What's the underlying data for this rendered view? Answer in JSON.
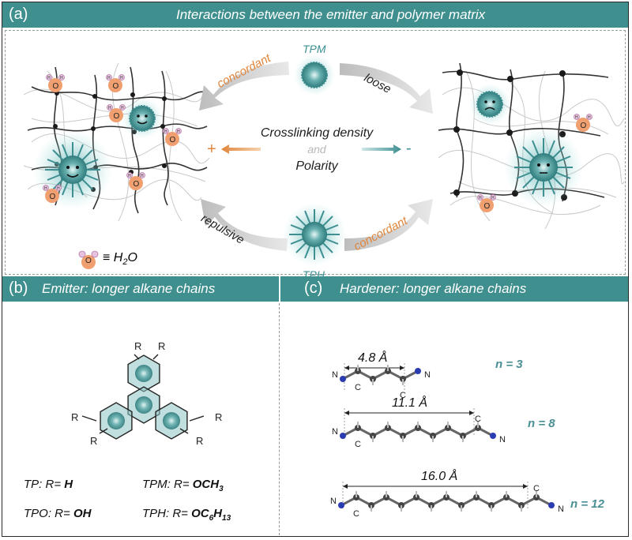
{
  "panel_a": {
    "tag": "(a)",
    "title": "Interactions between the emitter and polymer matrix",
    "tpm": "TPM",
    "tph": "TPH",
    "concordant_top": "concordant",
    "loose": "loose",
    "repulsive": "repulsive",
    "concordant_bottom": "concordant",
    "center_line1": "Crosslinking density",
    "center_and": "and",
    "center_line2": "Polarity",
    "plus": "+",
    "minus": "-",
    "water_legend": "≡ H",
    "water_sub": "2",
    "water_o": "O",
    "atom_o": "O",
    "atom_h": "H"
  },
  "panel_b": {
    "tag": "(b)",
    "title": "Emitter: longer alkane chains",
    "r_label": "R",
    "formulas": [
      {
        "prefix": "TP: R= ",
        "main": "H",
        "sub": "",
        "tail": "",
        "sub2": ""
      },
      {
        "prefix": "TPM: R= ",
        "main": "OCH",
        "sub": "3",
        "tail": "",
        "sub2": ""
      },
      {
        "prefix": "TPO: R= ",
        "main": "OH",
        "sub": "",
        "tail": "",
        "sub2": ""
      },
      {
        "prefix": "TPH: R= ",
        "main": "OC",
        "sub": "6",
        "tail": "H",
        "sub2": "13"
      }
    ]
  },
  "panel_c": {
    "tag": "(c)",
    "title": "Hardener: longer alkane chains",
    "chains": [
      {
        "length": "4.8 Å",
        "n": "n = 3"
      },
      {
        "length": "11.1 Å",
        "n": "n = 8"
      },
      {
        "length": "16.0 Å",
        "n": "n = 12"
      }
    ],
    "atom_n": "N",
    "atom_c": "C"
  },
  "colors": {
    "header": "#3f8f8e",
    "teal": "#3d8f92",
    "orange": "#e0853b",
    "water": "#f0a070"
  }
}
